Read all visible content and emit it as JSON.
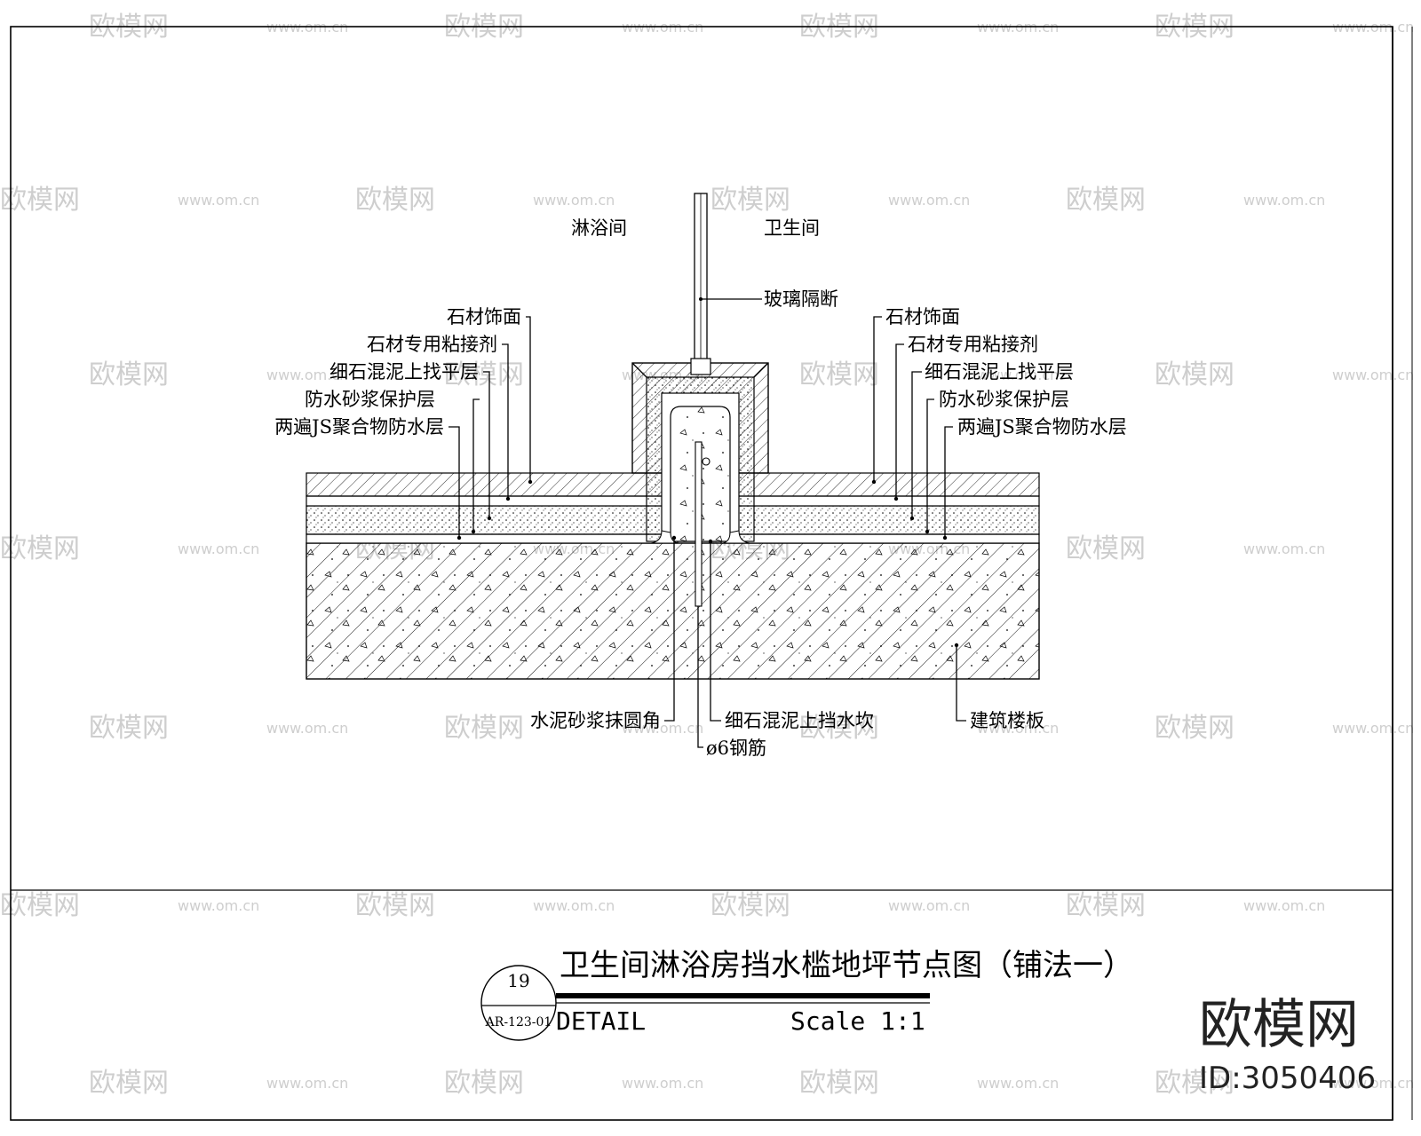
{
  "rooms": {
    "left": "淋浴间",
    "right": "卫生间"
  },
  "callouts": {
    "glass": "玻璃隔断",
    "left_layers": [
      "石材饰面",
      "石材专用粘接剂",
      "细石混泥上找平层",
      "防水砂浆保护层",
      "两遍JS聚合物防水层"
    ],
    "right_layers": [
      "石材饰面",
      "石材专用粘接剂",
      "细石混泥上找平层",
      "防水砂浆保护层",
      "两遍JS聚合物防水层"
    ],
    "bottom": {
      "fillet": "水泥砂浆抹圆角",
      "curb": "细石混泥上挡水坎",
      "rebar": "ø6钢筋",
      "slab": "建筑楼板"
    }
  },
  "title_block": {
    "title": "卫生间淋浴房挡水槛地坪节点图（铺法一）",
    "label": "DETAIL",
    "scale": "Scale 1:1",
    "ref_number": "19",
    "ref_sheet": "AR-123-01"
  },
  "watermark": {
    "brand": "欧模网",
    "site": "www.om.cn",
    "id": "ID:3050406"
  },
  "colors": {
    "line": "#000000",
    "watermark": "#c9c9c9",
    "brand": "#222222"
  }
}
